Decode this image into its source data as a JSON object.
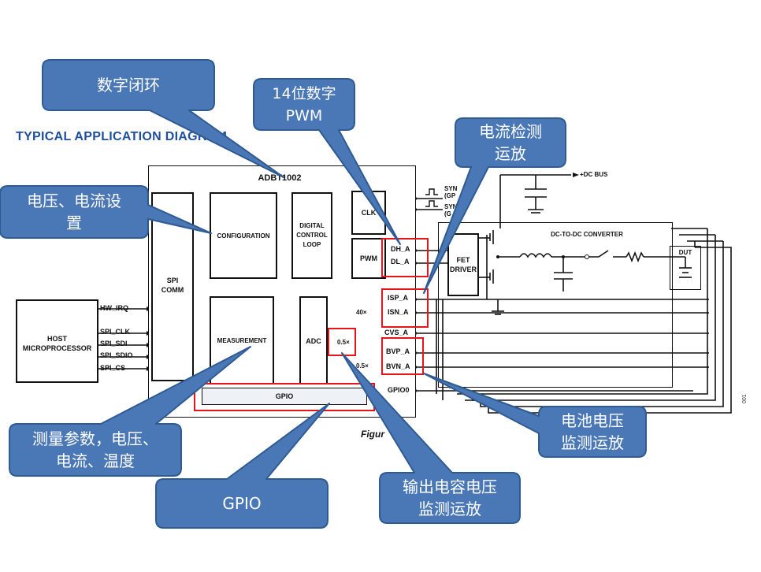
{
  "diagram": {
    "title": "TYPICAL APPLICATION DIAGRAM",
    "chip_name": "ADBT1002",
    "figure_label": "Figur",
    "side_number": "001",
    "blocks": {
      "spi_comm": "SPI\nCOMM",
      "configuration": "CONFIGURATION",
      "digital_control_loop": "DIGITAL\nCONTROL\nLOOP",
      "clk": "CLK",
      "pwm": "PWM",
      "measurement": "MEASUREMENT",
      "adc": "ADC",
      "gpio": "GPIO",
      "host": "HOST\nMICROPROCESSOR",
      "fet_driver": "FET\nDRIVER",
      "dc_dc": "DC-TO-DC CONVERTER",
      "dut": "DUT"
    },
    "pins": {
      "hw_irq": "HW_IRQ",
      "spi_clk": "SPI_CLK",
      "spi_sdi": "SPI_SDI",
      "spi_sdio": "SPI_SDIO",
      "spi_cs": "SPI_CS",
      "dh_a": "DH_A",
      "dl_a": "DL_A",
      "isp_a": "ISP_A",
      "isn_a": "ISN_A",
      "cvs_a": "CVS_A",
      "bvp_a": "BVP_A",
      "bvn_a": "BVN_A",
      "gpio0": "GPIO0"
    },
    "amps": {
      "isense_gain": "40×",
      "cvs_gain": "0.5×",
      "bvs_gain": "0.5×"
    },
    "signals": {
      "sync_in": "SYN\n(GP",
      "sync_out": "SYN  UT\n(G",
      "dc_bus": "+DC BUS"
    }
  },
  "callouts": {
    "digital_loop": "数字闭环",
    "pwm14": "14位数字\nPWM",
    "current_amp": "电流检测\n运放",
    "settings": "电压、电流设\n置",
    "measure": "测量参数，电压、\n电流、温度",
    "gpio": "GPIO",
    "output_cap": "输出电容电压\n监测运放",
    "battery": "电池电压\n监测运放"
  },
  "colors": {
    "callout_fill": "#4a78b6",
    "callout_border": "#2f5a92",
    "highlight": "#e8141c",
    "title": "#1f4e9c"
  }
}
